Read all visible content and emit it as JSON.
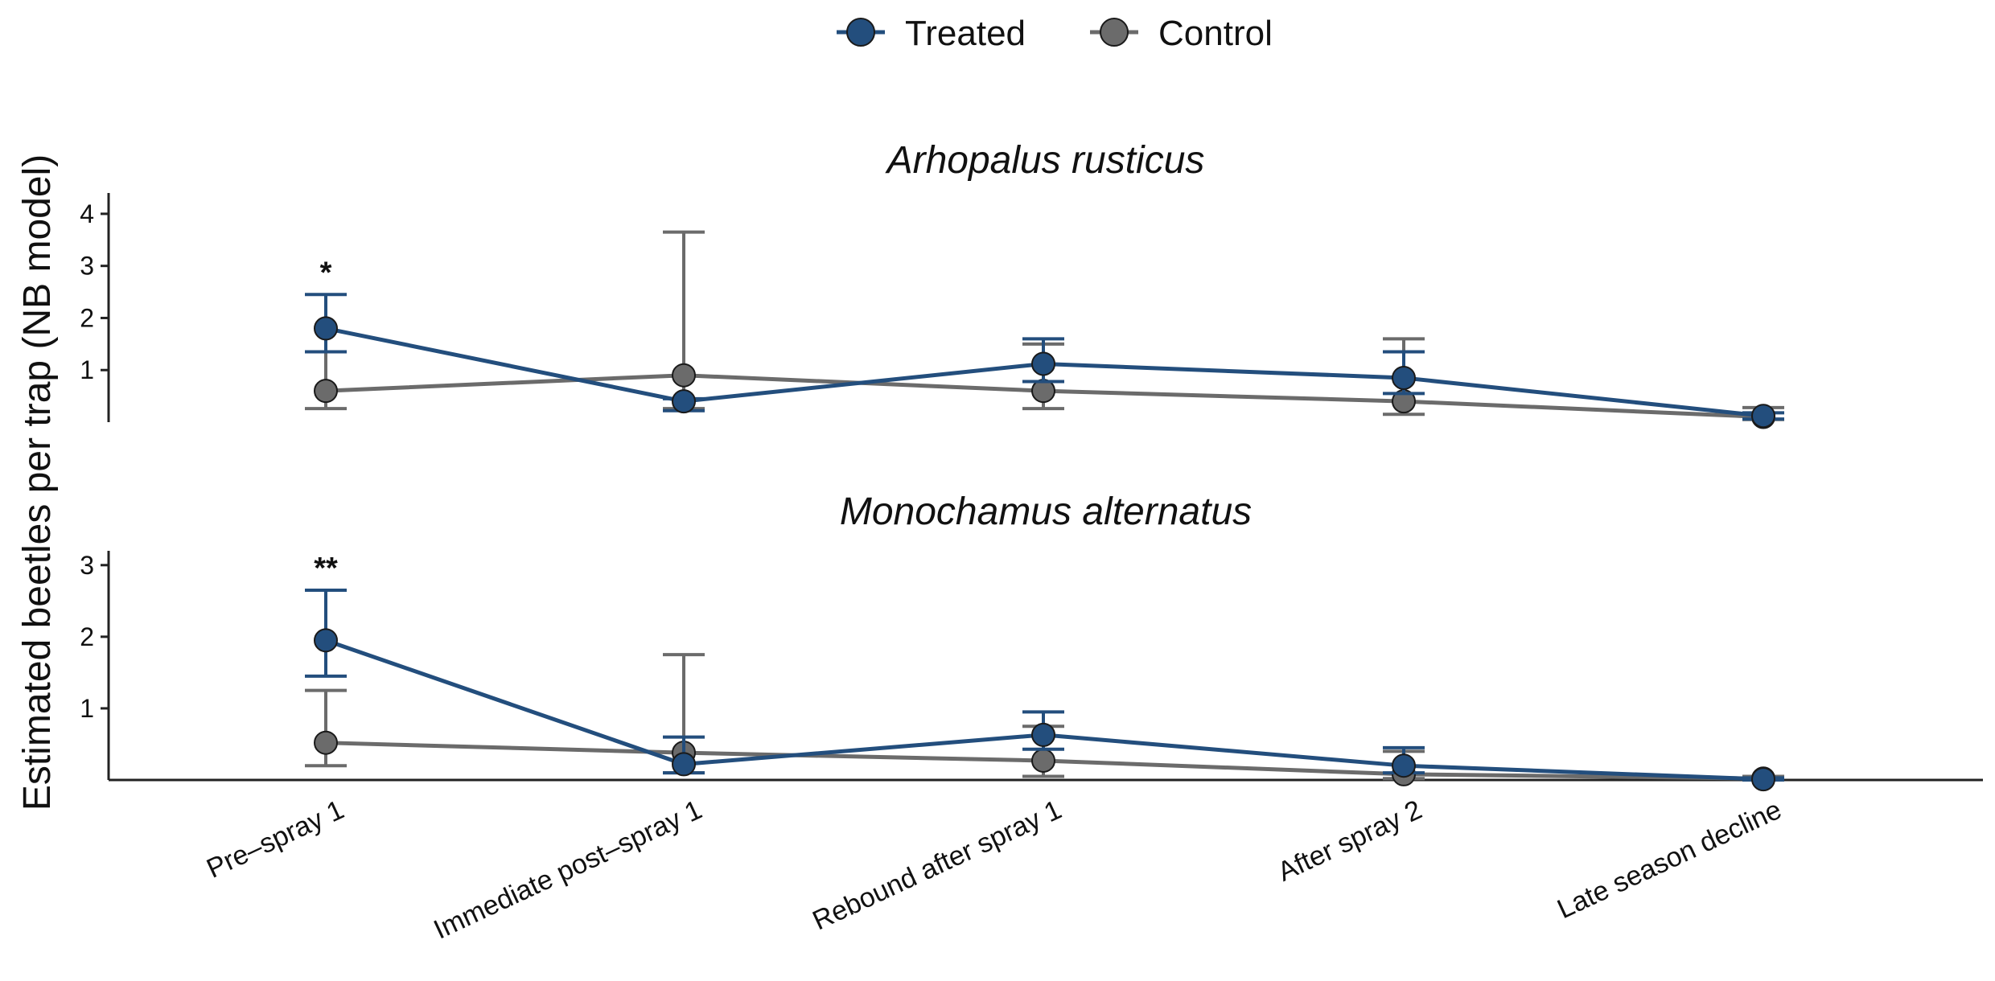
{
  "chart_data": {
    "type": "line",
    "legend": {
      "placement": "top-center",
      "entries": [
        {
          "name": "Treated",
          "color": "#234e7d"
        },
        {
          "name": "Control",
          "color": "#6b6b6b"
        }
      ]
    },
    "ylabel": "Estimated beetles per trap (NB model)",
    "xlabel": "",
    "categories": [
      "Pre–spray 1",
      "Immediate post–spray 1",
      "Rebound after spray 1",
      "After spray 2",
      "Late season decline"
    ],
    "panels": [
      {
        "title": "Arhopalus rusticus",
        "ylim": [
          0,
          4.4
        ],
        "yticks": [
          1,
          2,
          3,
          4
        ],
        "grid": false,
        "series": [
          {
            "name": "Treated",
            "values": [
              1.8,
              0.4,
              1.12,
              0.85,
              0.12
            ],
            "lower": [
              1.35,
              0.22,
              0.78,
              0.55,
              0.06
            ],
            "upper": [
              2.45,
              0.45,
              1.6,
              1.35,
              0.18
            ]
          },
          {
            "name": "Control",
            "values": [
              0.6,
              0.9,
              0.6,
              0.4,
              0.1
            ],
            "lower": [
              0.26,
              0.26,
              0.26,
              0.15,
              0.05
            ],
            "upper": [
              1.35,
              3.65,
              1.5,
              1.6,
              0.28
            ]
          }
        ],
        "annotations": [
          {
            "category": "Pre–spray 1",
            "text": "*"
          }
        ]
      },
      {
        "title": "Monochamus alternatus",
        "ylim": [
          0,
          3.2
        ],
        "yticks": [
          1,
          2,
          3
        ],
        "grid": false,
        "series": [
          {
            "name": "Treated",
            "values": [
              1.95,
              0.22,
              0.63,
              0.2,
              0.01
            ],
            "lower": [
              1.45,
              0.1,
              0.43,
              0.1,
              0.0
            ],
            "upper": [
              2.65,
              0.6,
              0.95,
              0.45,
              0.03
            ]
          },
          {
            "name": "Control",
            "values": [
              0.52,
              0.38,
              0.27,
              0.08,
              0.02
            ],
            "lower": [
              0.2,
              0.1,
              0.05,
              0.02,
              0.0
            ],
            "upper": [
              1.25,
              1.75,
              0.75,
              0.4,
              0.05
            ]
          }
        ],
        "annotations": [
          {
            "category": "Pre–spray 1",
            "text": "**"
          }
        ]
      }
    ]
  }
}
